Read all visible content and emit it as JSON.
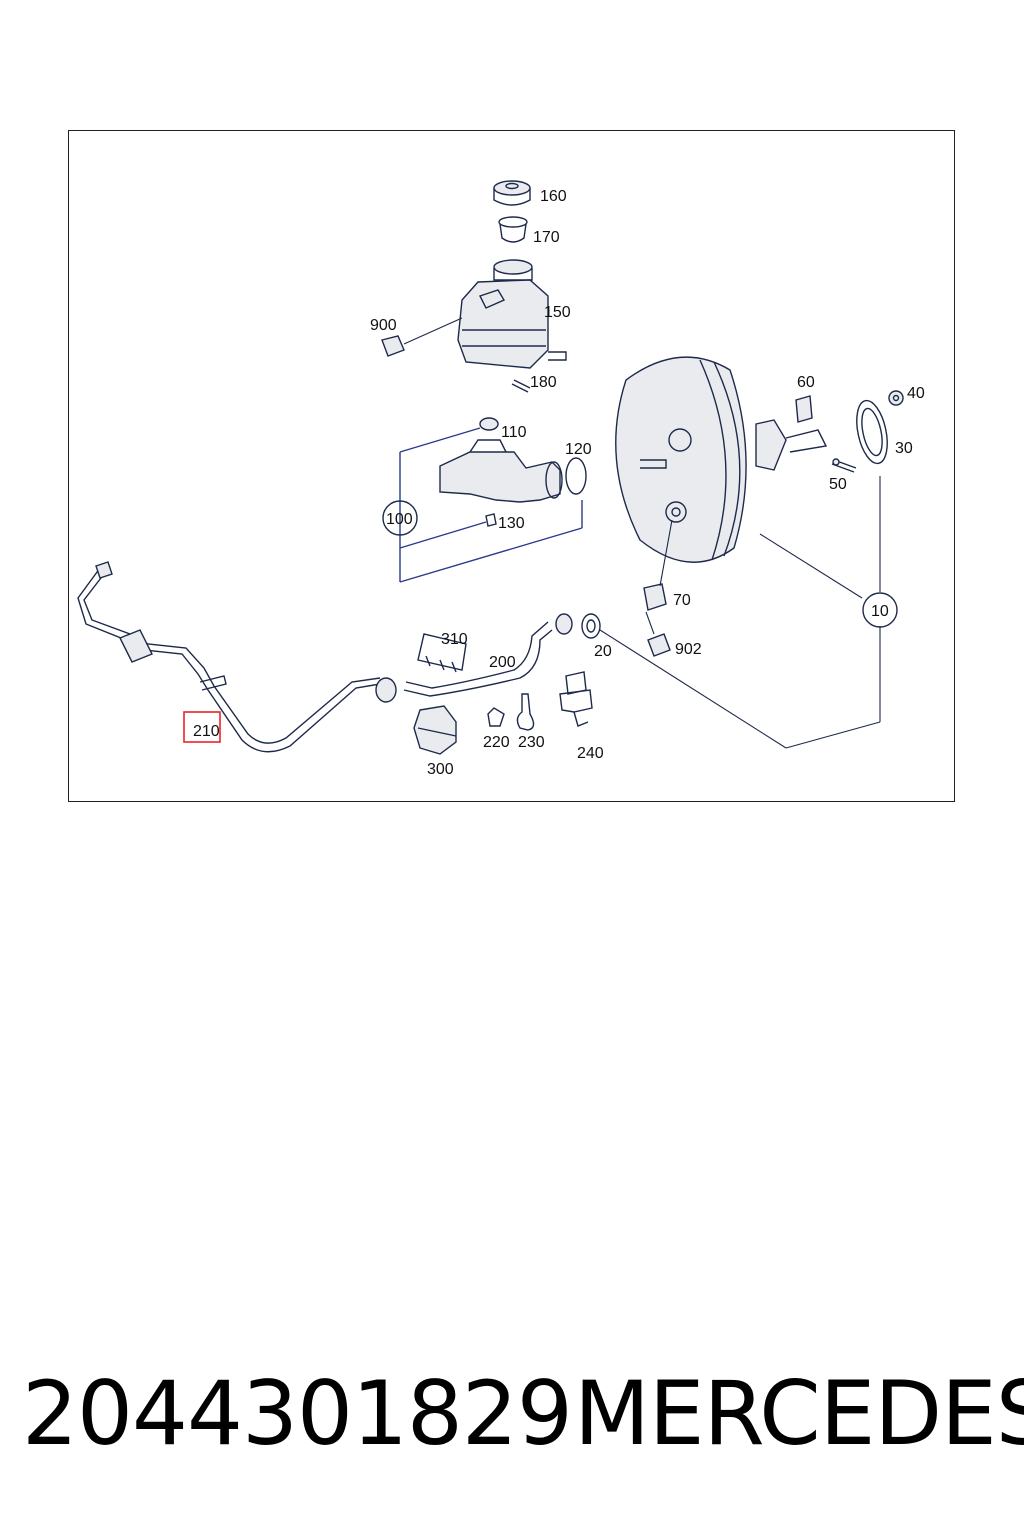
{
  "diagram": {
    "callouts": [
      "160",
      "170",
      "150",
      "900",
      "180",
      "110",
      "120",
      "100",
      "130",
      "60",
      "40",
      "30",
      "50",
      "70",
      "10",
      "902",
      "20",
      "310",
      "200",
      "210",
      "220",
      "230",
      "240",
      "300"
    ],
    "highlighted_callout": "210",
    "highlight_color": "#e8252b",
    "line_color": "#1e2a4a"
  },
  "footer": {
    "part_number": "2044301829",
    "brand": "MERCEDES"
  }
}
